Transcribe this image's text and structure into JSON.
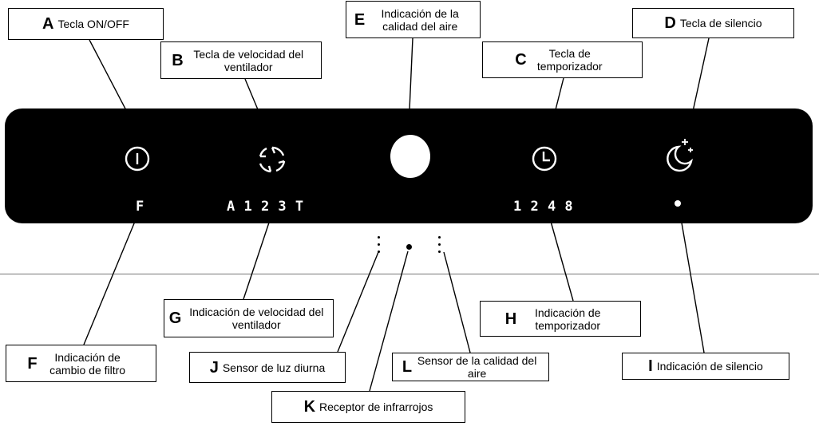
{
  "callouts": {
    "A": {
      "letter": "A",
      "text": "Tecla ON/OFF"
    },
    "B": {
      "letter": "B",
      "text": "Tecla de velocidad del ventilador"
    },
    "C": {
      "letter": "C",
      "text": "Tecla de temporizador"
    },
    "D": {
      "letter": "D",
      "text": "Tecla de silencio"
    },
    "E": {
      "letter": "E",
      "text": "Indicación de la calidad del aire"
    },
    "F": {
      "letter": "F",
      "text": "Indicación de cambio de filtro"
    },
    "G": {
      "letter": "G",
      "text": "Indicación de velocidad del ventilador"
    },
    "H": {
      "letter": "H",
      "text": "Indicación de temporizador"
    },
    "I": {
      "letter": "I",
      "text": "Indicación de silencio"
    },
    "J": {
      "letter": "J",
      "text": "Sensor de luz diurna"
    },
    "K": {
      "letter": "K",
      "text": "Receptor de infrarrojos"
    },
    "L": {
      "letter": "L",
      "text": "Sensor de la calidad del aire"
    }
  },
  "panel": {
    "filter_indicator": "F",
    "fan_speed_indicator": "A 1 2 3 T",
    "timer_indicator": "1 2 4 8"
  },
  "icons": {
    "power": "power-icon",
    "fan": "fan-icon",
    "air_quality": "air-quality-light",
    "timer": "clock-icon",
    "silence": "moon-icon"
  },
  "colors": {
    "panel": "#000000",
    "indicator": "#ffffff",
    "line": "#000000"
  }
}
